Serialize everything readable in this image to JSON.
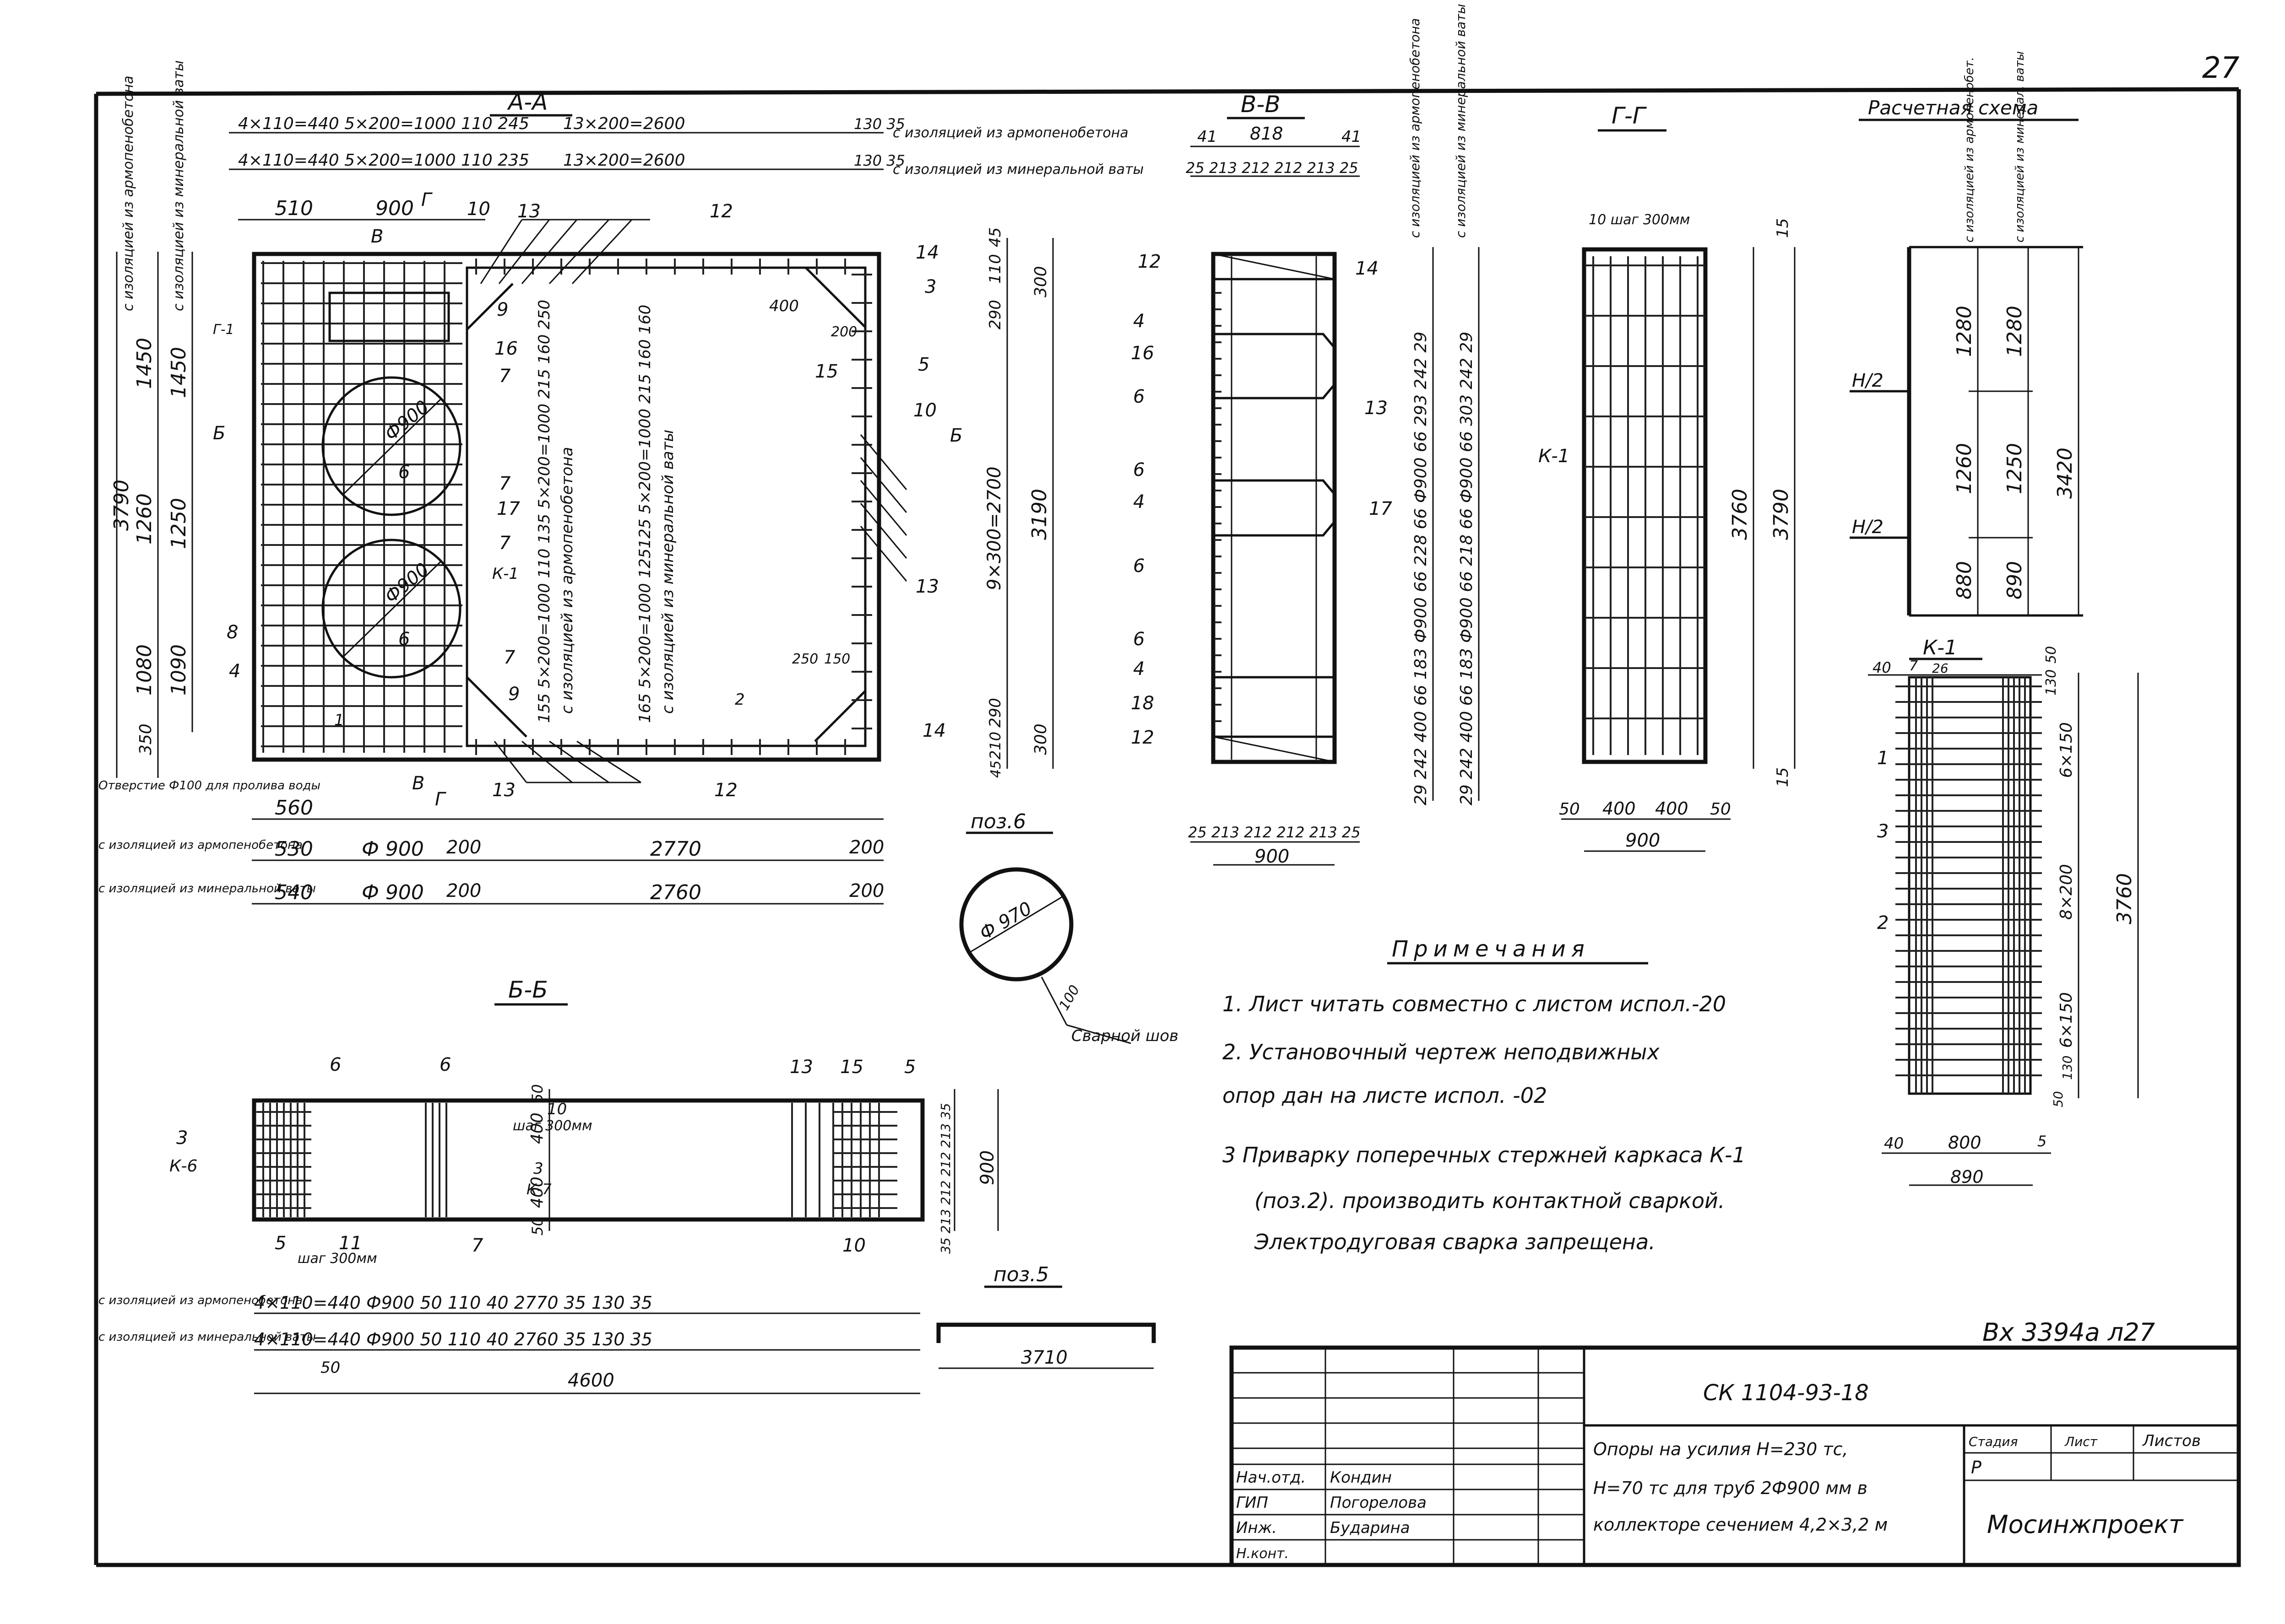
{
  "sheet": {
    "number": "27",
    "stamp": "Вх 3394а л27",
    "code": "СК 1104-93-18",
    "title_line1": "Опоры на усилия Н=230 тс,",
    "title_line2": "Н=70 тс для труб 2Ф900 мм в",
    "title_line3": "коллекторе сечением 4,2×3,2 м",
    "org": "Мосинжпроект",
    "stage_label": "Стадия",
    "stage_value": "Р",
    "sheet_label": "Лист",
    "sheets_label": "Листов",
    "signers": [
      {
        "role": "Нач.отд.",
        "name": "Кондин"
      },
      {
        "role": "ГИП",
        "name": "Погорелова"
      },
      {
        "role": "Инж.",
        "name": "Бударина"
      },
      {
        "role": "Н.конт.",
        "name": ""
      }
    ]
  },
  "sections": {
    "aa": "А-А",
    "vv": "В-В",
    "gg": "Г-Г",
    "bb": "Б-Б",
    "calc": "Расчетная схема",
    "k1": "К-1",
    "poz6": "поз.6",
    "poz5": "поз.5"
  },
  "aa_view": {
    "top_dim1": "4×110=440   5×200=1000  110 245",
    "top_dim1b": "13×200=2600",
    "top_dim1c": "130 35",
    "top_dim2": "4×110=440   5×200=1000  110 235",
    "top_dim2b": "13×200=2600",
    "top_dim2c": "130 35",
    "note_top1": "с изоляцией из армопенобетона",
    "note_top2": "с изоляцией из минеральной ваты",
    "dims_row": [
      "510",
      "900",
      "10"
    ],
    "left_dims_outer": [
      "3790"
    ],
    "left_dims_a": [
      "1450",
      "1260",
      "1080",
      "350"
    ],
    "left_dims_b": [
      "1450",
      "1250",
      "1090"
    ],
    "left_notes": [
      "с изоляцией из армопенобетона",
      "с изоляцией из минеральной ваты"
    ],
    "right_dims": [
      "45",
      "110",
      "290",
      "9×300=2700",
      "290",
      "210",
      "45"
    ],
    "right_dims2": [
      "300",
      "3190",
      "300"
    ],
    "mid_vert1": "155 5×200=1000 110 135 5×200=1000 215 160 250",
    "mid_vert2": "165 5×200=1000 125125 5×200=1000 215 160 160",
    "mid_vert_note1": "с изоляцией из армопенобетона",
    "mid_vert_note2": "с изоляцией из минеральной ваты",
    "pipe1": "Ф900",
    "pipe2": "Ф900",
    "hole_note": "Отверстие Ф100 для пролива воды",
    "bottom_rows": [
      {
        "label": "",
        "v1": "560",
        "v2": "",
        "v3": "",
        "v4": "",
        "v5": ""
      },
      {
        "label": "с изоляцией из армопенобетона",
        "v1": "530",
        "v2": "Ф 900",
        "v3": "200",
        "v4": "2770",
        "v5": "200"
      },
      {
        "label": "с изоляцией из минеральной ваты",
        "v1": "540",
        "v2": "Ф 900",
        "v3": "200",
        "v4": "2760",
        "v5": "200"
      }
    ],
    "marks": [
      "1",
      "2",
      "3",
      "4",
      "5",
      "6",
      "6",
      "7",
      "7",
      "7",
      "7",
      "8",
      "9",
      "9",
      "10",
      "12",
      "12",
      "13",
      "13",
      "13",
      "14",
      "14",
      "15",
      "16",
      "17",
      "К-1",
      "Б",
      "Б",
      "В",
      "В",
      "Г",
      "Г",
      "200",
      "400",
      "250",
      "150",
      "Г-1"
    ]
  },
  "vv_view": {
    "top_dims": [
      "41",
      "818",
      "41"
    ],
    "top_dims2": "25 213 212 212 213 25",
    "bottom_dims": "25 213 212 212 213 25",
    "bottom_total": "900",
    "vert_a": "29 242 400 66 183 Ф900 66 228 66 Ф900 66 293 242 29",
    "vert_b": "29 242 400 66 183 Ф900 66 218 66 Ф900 66 303 242 29",
    "notes": [
      "с изоляцией из армопенобетона",
      "с изоляцией из минеральной ваты"
    ],
    "marks": [
      "12",
      "14",
      "4",
      "16",
      "6",
      "13",
      "6",
      "4",
      "17",
      "6",
      "6",
      "4",
      "18",
      "12"
    ]
  },
  "gg_view": {
    "top_note": "10 шаг 300мм",
    "right_dims": [
      "15",
      "3760",
      "3790",
      "15"
    ],
    "bottom_dims": [
      "50",
      "400",
      "400",
      "50"
    ],
    "bottom_total": "900",
    "mark": "К-1"
  },
  "calc_view": {
    "notes": [
      "с изоляцией из армопенобет.",
      "с изоляцией из минерал. ваты"
    ],
    "h2a": "Н/2",
    "h2b": "Н/2",
    "dims_a": [
      "1280",
      "1260",
      "880"
    ],
    "dims_b": [
      "1280",
      "1250",
      "890"
    ],
    "total": "3420"
  },
  "k1_view": {
    "top_dims": [
      "40",
      "7",
      "26",
      "130",
      "50"
    ],
    "right_dims": [
      "6×150",
      "8×200",
      "6×150",
      "50",
      "130"
    ],
    "total": "3760",
    "bottom_dims": [
      "40",
      "800",
      "5",
      "890"
    ],
    "marks": [
      "1",
      "3",
      "2"
    ]
  },
  "poz6": {
    "diameter": "Ф 970",
    "weld_size": "100",
    "weld": "Сварной шов"
  },
  "poz5": {
    "length": "3710"
  },
  "bb_view": {
    "marks": [
      "6",
      "6",
      "13",
      "15",
      "5",
      "3",
      "К-6",
      "10",
      "3",
      "К-7",
      "5",
      "11",
      "7",
      "10"
    ],
    "step1": "шаг 300мм",
    "step2": "шаг 300мм",
    "right_dims": [
      "50",
      "400",
      "400",
      "50"
    ],
    "right_dims2": "35 213 212 212 213 35",
    "right_total": "900",
    "rows": [
      {
        "label": "с изоляцией из армопенобетона",
        "dims": "4×110=440  Ф900   50 110 40        2770        35 130 35"
      },
      {
        "label": "с изоляцией из минеральной ваты",
        "dims": "4×110=440  Ф900   50 110 40        2760        35 130 35"
      }
    ],
    "left_small": "50",
    "total": "4600"
  },
  "notes": {
    "title": "Примечания",
    "items": [
      "1. Лист читать совместно с листом испол.-20",
      "2. Установочный чертеж неподвижных",
      "    опор дан на листе испол. -02",
      "3 Приварку поперечных стержней каркаса К-1",
      "(поз.2). производить контактной сваркой.",
      "Электродуговая сварка запрещена."
    ]
  }
}
